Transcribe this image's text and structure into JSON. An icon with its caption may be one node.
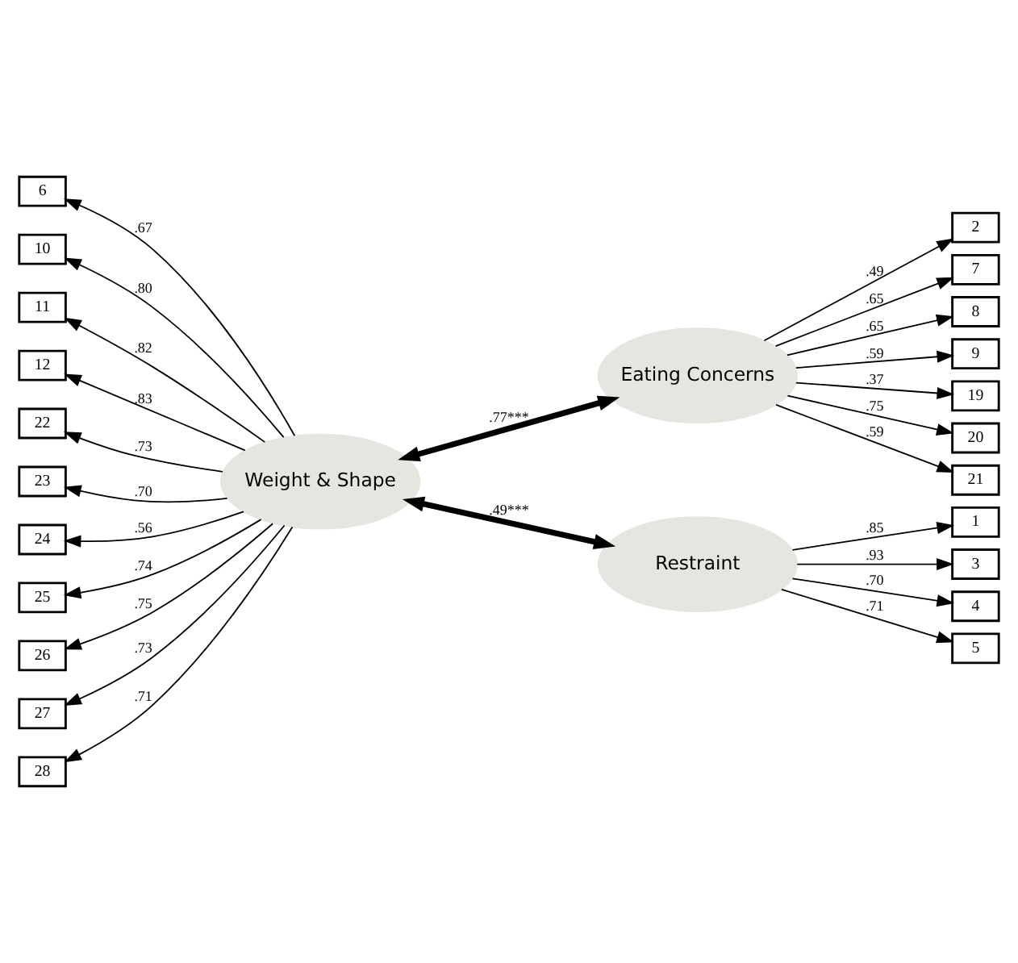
{
  "diagram": {
    "nodes": [
      {
        "text": [
          "6"
        ]
      },
      {
        "text": [
          "10"
        ]
      },
      {
        "text": [
          "11"
        ]
      },
      {
        "text": [
          "12"
        ]
      },
      {
        "text": [
          "22"
        ]
      },
      {
        "text": [
          "23"
        ]
      },
      {
        "text": [
          "24"
        ]
      },
      {
        "text": [
          "25"
        ]
      },
      {
        "text": [
          "26"
        ]
      },
      {
        "text": [
          "27"
        ]
      },
      {
        "text": [
          "28"
        ]
      },
      {
        "text": [
          "Weight & Shape"
        ]
      },
      {
        "text": [
          "Eating Concerns"
        ]
      },
      {
        "text": [
          "2"
        ]
      },
      {
        "text": [
          "7"
        ]
      },
      {
        "text": [
          "8"
        ]
      },
      {
        "text": [
          "9"
        ]
      },
      {
        "text": [
          "19"
        ]
      },
      {
        "text": [
          "20"
        ]
      },
      {
        "text": [
          "21"
        ]
      },
      {
        "text": [
          "Restraint"
        ]
      },
      {
        "text": [
          "1"
        ]
      },
      {
        "text": [
          "3"
        ]
      },
      {
        "text": [
          "4"
        ]
      },
      {
        "text": [
          "5"
        ]
      }
    ],
    "edges": [
      {
        "from": 11,
        "to": 0,
        "arrow": "to",
        "label": ".67"
      },
      {
        "from": 11,
        "to": 1,
        "arrow": "to",
        "label": ".80"
      },
      {
        "from": 11,
        "to": 2,
        "arrow": "to",
        "label": ".82"
      },
      {
        "from": 11,
        "to": 3,
        "arrow": "to",
        "label": ".83"
      },
      {
        "from": 11,
        "to": 4,
        "arrow": "to",
        "label": ".73"
      },
      {
        "from": 11,
        "to": 5,
        "arrow": "to",
        "label": ".70"
      },
      {
        "from": 11,
        "to": 6,
        "arrow": "to",
        "label": ".56"
      },
      {
        "from": 11,
        "to": 7,
        "arrow": "to",
        "label": ".74"
      },
      {
        "from": 11,
        "to": 8,
        "arrow": "to",
        "label": ".75"
      },
      {
        "from": 11,
        "to": 9,
        "arrow": "to",
        "label": ".73"
      },
      {
        "from": 11,
        "to": 10,
        "arrow": "to",
        "label": ".71"
      },
      {
        "from": 11,
        "to": 12,
        "arrow": "both",
        "label": ".77***",
        "style": "thick"
      },
      {
        "from": 11,
        "to": 20,
        "arrow": "both",
        "label": ".49***",
        "style": "thick"
      },
      {
        "from": 12,
        "to": 13,
        "arrow": "to",
        "label": ".49"
      },
      {
        "from": 12,
        "to": 14,
        "arrow": "to",
        "label": ".65"
      },
      {
        "from": 12,
        "to": 15,
        "arrow": "to",
        "label": ".65"
      },
      {
        "from": 12,
        "to": 16,
        "arrow": "to",
        "label": ".59"
      },
      {
        "from": 12,
        "to": 17,
        "arrow": "to",
        "label": ".37"
      },
      {
        "from": 12,
        "to": 18,
        "arrow": "to",
        "label": ".75"
      },
      {
        "from": 12,
        "to": 19,
        "arrow": "to",
        "label": ".59"
      },
      {
        "from": 20,
        "to": 21,
        "arrow": "to",
        "label": ".85"
      },
      {
        "from": 20,
        "to": 22,
        "arrow": "to",
        "label": ".93"
      },
      {
        "from": 20,
        "to": 23,
        "arrow": "to",
        "label": ".70"
      },
      {
        "from": 20,
        "to": 24,
        "arrow": "to",
        "label": ".71"
      }
    ]
  }
}
